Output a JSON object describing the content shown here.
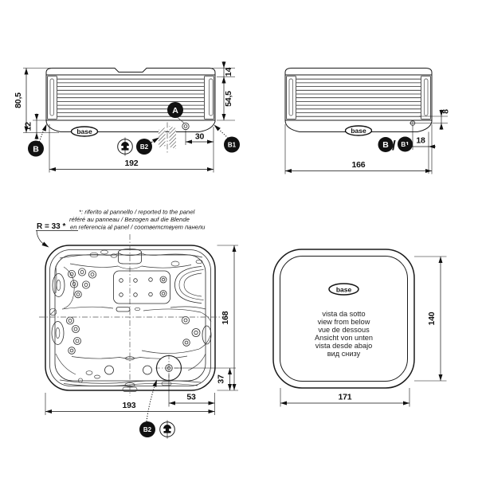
{
  "views": {
    "front": {
      "dims": {
        "total_height": "80,5",
        "skirt_height": "12",
        "lid_height": "14",
        "panel_height": "54,5",
        "fitting_offset": "30",
        "width": "192"
      },
      "badges": {
        "a": "A",
        "b": "B",
        "b1": "B1",
        "b2": "B2"
      },
      "base_label": "base"
    },
    "side": {
      "dims": {
        "fitting_height": "8",
        "fitting_offset": "18",
        "width": "166"
      },
      "badges": {
        "b": "B",
        "separator": "/",
        "b1": "B1"
      },
      "base_label": "base"
    },
    "top": {
      "corner_radius_label": "R = 33 *",
      "dims": {
        "depth": "168",
        "drain_offset_y": "37",
        "drain_offset_x": "53",
        "width": "193"
      },
      "badges": {
        "b2": "B2"
      }
    },
    "bottom": {
      "base_label": "base",
      "caption": [
        "vista da sotto",
        "view from below",
        "vue de dessous",
        "Ansicht von unten",
        "vista desde abajo",
        "вид снизу"
      ],
      "dims": {
        "width": "171",
        "depth": "140"
      }
    }
  },
  "footnote": {
    "line1": "*: riferito al pannello / reported to the panel",
    "line2": "référé au panneau / Bezogen auf die Blende",
    "line3": "en referencia al panel / соответствует панели"
  }
}
